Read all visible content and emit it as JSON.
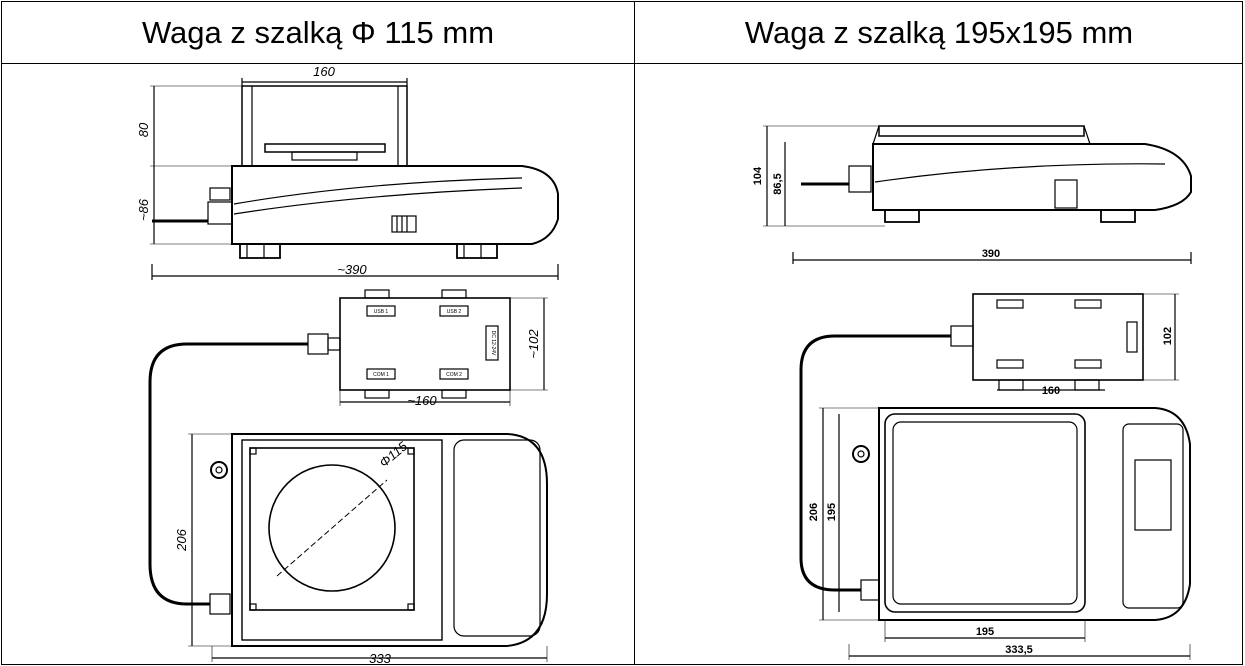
{
  "headers": {
    "left": "Waga z szalką Φ 115 mm",
    "right": "Waga z szalką 195x195 mm"
  },
  "left_dims": {
    "width_top": "160",
    "height_top": "80",
    "height_body": "~86",
    "length": "~390",
    "box_height": "~102",
    "box_width": "~160",
    "depth": "206",
    "pan_diameter": "Φ115",
    "width_bottom": "333",
    "ports": [
      "USB 1",
      "USB 2",
      "COM 1",
      "COM 2",
      "DC 12-24V"
    ]
  },
  "right_dims": {
    "height_total": "104",
    "height_body": "86,5",
    "length": "390",
    "box_height": "102",
    "box_width": "160",
    "depth": "206",
    "pan_depth": "195",
    "pan_width": "195",
    "width_bottom": "333,5"
  }
}
